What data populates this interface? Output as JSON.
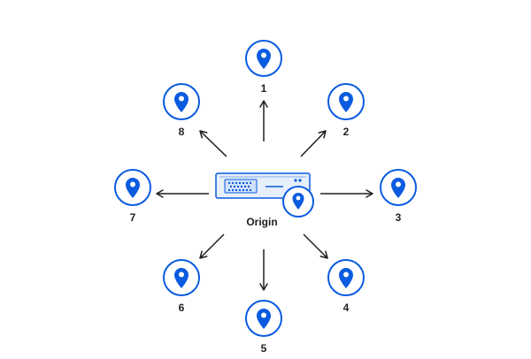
{
  "origin": {
    "label": "Origin",
    "icon": "server-icon"
  },
  "locations": [
    {
      "label": "1",
      "icon": "map-pin-icon"
    },
    {
      "label": "2",
      "icon": "map-pin-icon"
    },
    {
      "label": "3",
      "icon": "map-pin-icon"
    },
    {
      "label": "4",
      "icon": "map-pin-icon"
    },
    {
      "label": "5",
      "icon": "map-pin-icon"
    },
    {
      "label": "6",
      "icon": "map-pin-icon"
    },
    {
      "label": "7",
      "icon": "map-pin-icon"
    },
    {
      "label": "8",
      "icon": "map-pin-icon"
    }
  ],
  "colors": {
    "accent": "#0a5be0",
    "server_fill": "#e6effb",
    "server_inner": "#cfe0fa",
    "arrow": "#1f1f1f",
    "text": "#1f1f1f"
  }
}
